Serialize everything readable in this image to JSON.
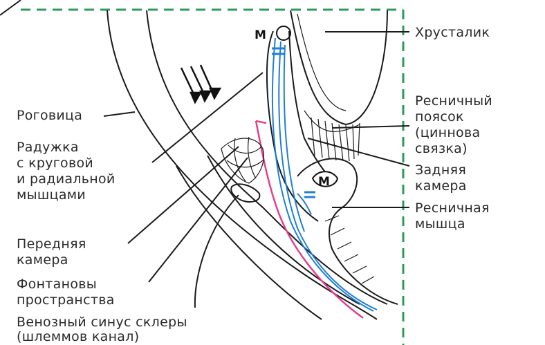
{
  "labels": {
    "lens": "Хрусталик",
    "cornea": "Роговица",
    "iris": [
      "Радужка",
      "с круговой",
      "и радиальной",
      "мышцами"
    ],
    "zonule": [
      "Ресничный",
      "поясок",
      "(циннова",
      "связка)"
    ],
    "posterior_chamber": [
      "Задняя",
      "камера"
    ],
    "anterior_chamber": [
      "Передняя",
      "камера"
    ],
    "ciliary_muscle": [
      "Ресничная",
      "мышца"
    ],
    "fontana_spaces": [
      "Фонтановы",
      "пространства"
    ],
    "schlemm": [
      "Венозный синус склеры",
      "(шлеммов канал)"
    ]
  },
  "markers": {
    "top": "М",
    "middle": "М"
  },
  "colors": {
    "blue_fibers": "#1f7fd6",
    "pink_edge": "#e0408a",
    "frame_dash": "#2e9a5a",
    "ink": "#1a1a1a"
  }
}
